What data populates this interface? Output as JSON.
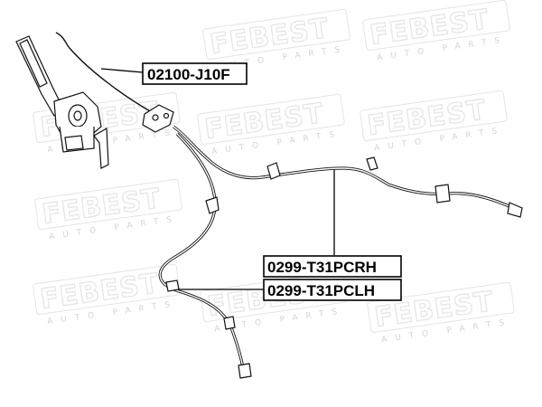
{
  "watermark": {
    "brand": "FEBEST",
    "tagline": "AUTO PARTS"
  },
  "callouts": [
    {
      "id": "handbrake-lever",
      "part_number": "02100-J10F"
    },
    {
      "id": "rear-right-cable",
      "part_number": "0299-T31PCRH"
    },
    {
      "id": "rear-left-cable",
      "part_number": "0299-T31PCLH"
    }
  ]
}
